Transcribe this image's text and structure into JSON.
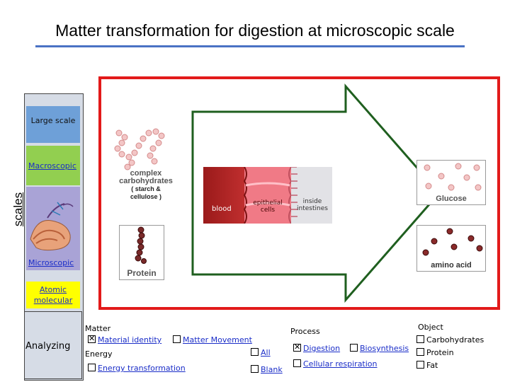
{
  "title": "Matter transformation for digestion at microscopic scale",
  "scales": {
    "axis_label": "scales",
    "large": "Large scale",
    "macroscopic": "Macroscopic",
    "microscopic": "Microscopic",
    "atomic_line1": "Atomic",
    "atomic_line2": "molecular"
  },
  "diagram": {
    "complex_carbs_line1": "complex",
    "complex_carbs_line2": "carbohydrates",
    "complex_carbs_line3": "( starch &",
    "complex_carbs_line4": "cellulose )",
    "blood": "blood",
    "epithelial_line1": "epithelial",
    "epithelial_line2": "cells",
    "intestines_line1": "inside",
    "intestines_line2": "intestines",
    "protein": "Protein",
    "glucose": "Glucose",
    "amino_acid": "amino acid"
  },
  "analyzing": {
    "label": "Analyzing",
    "matter_heading": "Matter",
    "material_identity": "Material identity",
    "matter_movement": "Matter Movement",
    "energy_heading": "Energy",
    "all": "All",
    "energy_transformation": "Energy transformation",
    "blank": "Blank",
    "process_heading": "Process",
    "digestion": "Digestion",
    "biosynthesis": "Biosynthesis",
    "cellular_respiration": "Cellular respiration",
    "object_heading": "Object",
    "carbohydrates": "Carbohydrates",
    "protein": "Protein",
    "fat": "Fat"
  },
  "colors": {
    "title_rule": "#4a72c4",
    "frame": "#e21a1a",
    "arrow": "#1f5f1f",
    "large_band": "#6ea0d8",
    "macro_band": "#92cf50",
    "micro_band": "#a9a3d6",
    "atomic_band": "#ffff00",
    "link": "#1a2dc8"
  },
  "checkboxes": {
    "material_identity": true,
    "matter_movement": false,
    "all": false,
    "energy_transformation": false,
    "blank": false,
    "digestion": true,
    "biosynthesis": false,
    "cellular_respiration": false,
    "carbohydrates": false,
    "protein": false,
    "fat": false
  }
}
